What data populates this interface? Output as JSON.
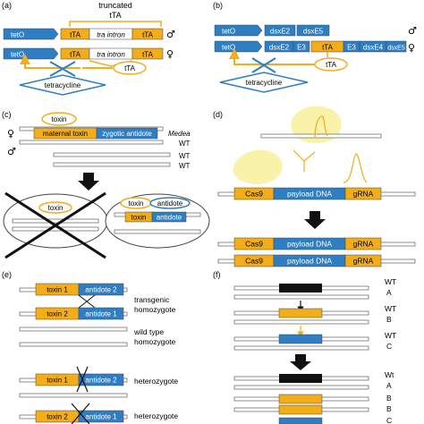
{
  "colors": {
    "orange": "#f2ad18",
    "blue": "#2f7ec4",
    "light": "#f7f19a",
    "dark": "#111111",
    "outline": "#444444"
  },
  "panel_a": {
    "letter": "(a)",
    "truncated_label": "truncated",
    "tta": "tTA",
    "teto": "tetO",
    "tra_intron": "tra intron",
    "tetracycline": "tetracycline",
    "male": "♂",
    "female": "♀"
  },
  "panel_b": {
    "letter": "(b)",
    "teto": "tetO",
    "dsxe2": "dsxE2",
    "dsxe5": "dsxE5",
    "e3": "E3",
    "tta": "tTA",
    "dsxe4": "dsxE4",
    "tetracycline": "tetracycline",
    "male": "♂",
    "female": "♀"
  },
  "panel_c": {
    "letter": "(c)",
    "toxin": "toxin",
    "maternal_toxin": "maternal toxin",
    "zygotic_antidote": "zygotic antidote",
    "medea": "Medea",
    "wt": "WT",
    "toxin2": "toxin",
    "antidote": "antidote",
    "female": "♀",
    "male": "♂"
  },
  "panel_d": {
    "letter": "(d)",
    "cas9": "Cas9",
    "payload": "payload DNA",
    "grna": "gRNA"
  },
  "panel_e": {
    "letter": "(e)",
    "toxin1": "toxin 1",
    "toxin2": "toxin 2",
    "antidote1": "antidote 1",
    "antidote2": "antidote 2",
    "transgenic": "transgenic",
    "homozygote": "homozygote",
    "wild_type": "wild type",
    "heterozygote": "heterozygote"
  },
  "panel_f": {
    "letter": "(f)",
    "wt": "WT",
    "wt2": "Wt",
    "a": "A",
    "b": "B",
    "c": "C"
  }
}
